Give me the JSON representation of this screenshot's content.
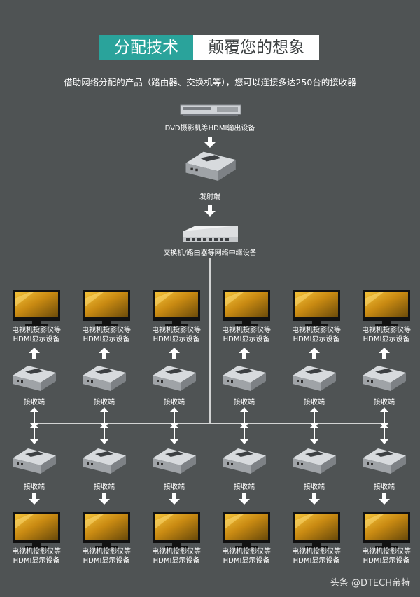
{
  "header": {
    "title_left": "分配技术",
    "title_right": "颠覆您的想象"
  },
  "subtitle": "借助网络分配的产品（路由器、交换机等），您可以连接多达250台的接收器",
  "source_label": "DVD摄影机等HDMI输出设备",
  "transmitter_label": "发射端",
  "switch_label": "交换机/路由器等网络中继设备",
  "receiver_label": "接收端",
  "display_label_line1": "电视机投影仪等",
  "display_label_line2": "HDMI显示设备",
  "watermark": "头条 @DTECH帝特",
  "colors": {
    "background": "#4f5354",
    "accent": "#2aa39b",
    "text": "#ffffff"
  }
}
